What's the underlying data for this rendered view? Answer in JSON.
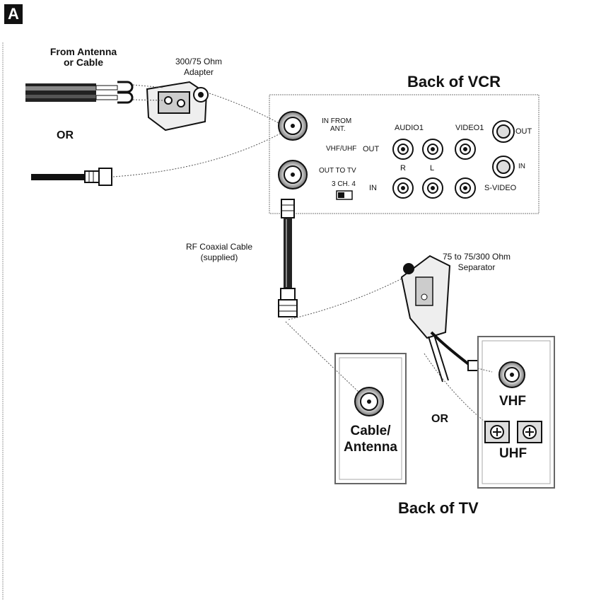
{
  "panel": {
    "letter": "A"
  },
  "source": {
    "antenna_label_line1": "From Antenna",
    "antenna_label_line2": "or Cable",
    "or_label": "OR"
  },
  "adapter": {
    "line1": "300/75 Ohm",
    "line2": "Adapter"
  },
  "vcr": {
    "title": "Back of VCR",
    "in_from_line1": "IN FROM",
    "in_from_line2": "ANT.",
    "vhf_uhf": "VHF/UHF",
    "out_to_tv": "OUT TO TV",
    "channel": "3 CH. 4",
    "audio": "AUDIO1",
    "video": "VIDEO1",
    "out_label": "OUT",
    "in_label": "IN",
    "r_label": "R",
    "l_label": "L",
    "svideo_out": "OUT",
    "svideo_in": "IN",
    "svideo": "S-VIDEO"
  },
  "coax": {
    "line1": "RF Coaxial Cable",
    "line2": "(supplied)"
  },
  "separator": {
    "line1": "75 to 75/300 Ohm",
    "line2": "Separator"
  },
  "tv": {
    "title": "Back of TV",
    "cable_line1": "Cable/",
    "cable_line2": "Antenna",
    "or_label": "OR",
    "vhf": "VHF",
    "uhf": "UHF"
  }
}
